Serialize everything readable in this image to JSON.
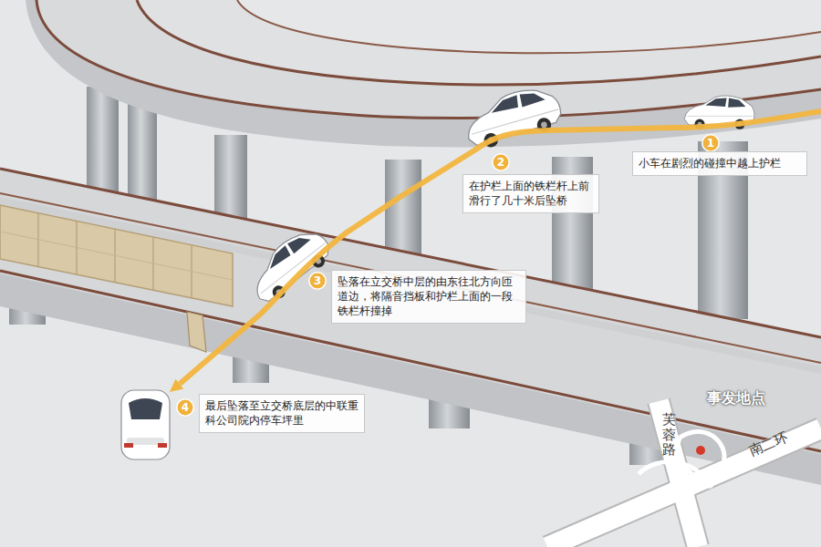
{
  "diagram": {
    "nodes": [
      {
        "text": [
          "1"
        ]
      },
      {
        "text": [
          "小车在剧烈的碰撞中越上护栏"
        ]
      },
      {
        "text": [
          "2"
        ]
      },
      {
        "text": [
          "在护栏上面的铁栏杆上前滑行了几十米后坠桥"
        ]
      },
      {
        "text": [
          "3"
        ]
      },
      {
        "text": [
          "坠落在立交桥中层的由东往北方向匝道边，将隔音挡板和护栏上面的一段铁栏杆撞掉"
        ]
      },
      {
        "text": [
          "4"
        ]
      },
      {
        "text": [
          "最后坠落至立交桥底层的中联重科公司院内停车坪里"
        ]
      }
    ],
    "labels": [
      "事发地点",
      "芙蓉路",
      "南二环"
    ]
  }
}
